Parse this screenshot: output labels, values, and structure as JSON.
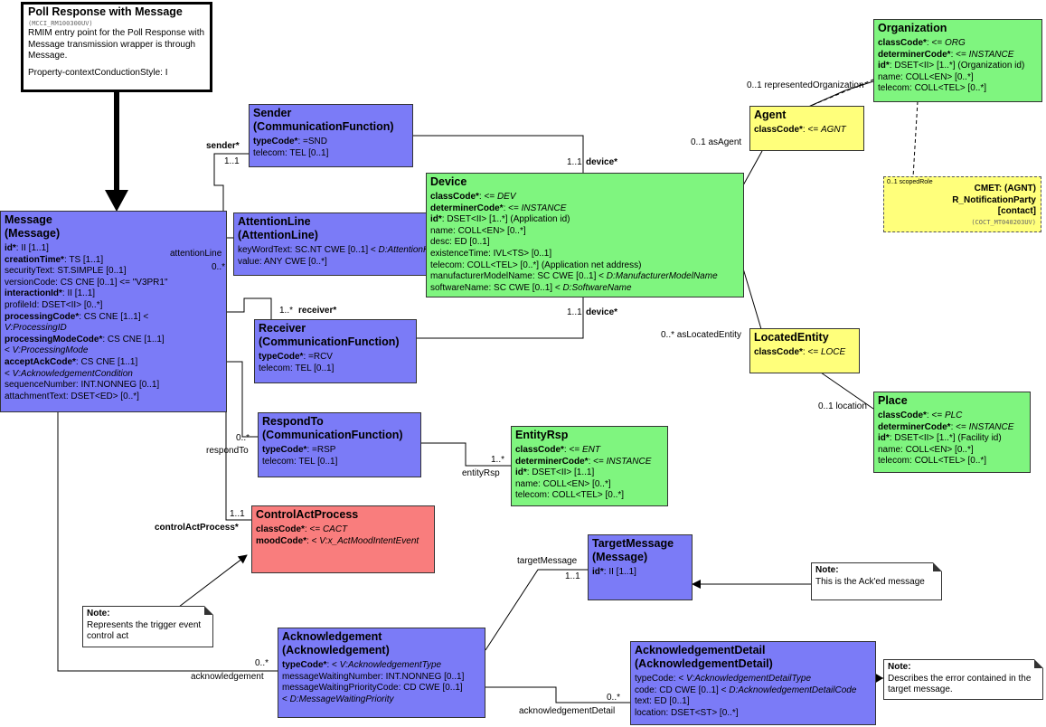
{
  "entry": {
    "title": "Poll Response with Message",
    "id": "(MCCI_RM100300UV)",
    "desc": "RMIM entry point for the Poll Response with Message transmission wrapper is through Message.",
    "style": "Property-contextConductionStyle: I"
  },
  "classes": {
    "message": {
      "title1": "Message",
      "title2": "(Message)",
      "attrs": [
        [
          [
            "b",
            "id*"
          ],
          [
            "t",
            ": II [1..1]"
          ]
        ],
        [
          [
            "b",
            "creationTime*"
          ],
          [
            "t",
            ": TS [1..1]"
          ]
        ],
        [
          [
            "t",
            "securityText: ST.SIMPLE [0..1]"
          ]
        ],
        [
          [
            "t",
            "versionCode: CS CNE [0..1] <= \"V3PR1\""
          ]
        ],
        [
          [
            "b",
            "interactionId*"
          ],
          [
            "t",
            ": II [1..1]"
          ]
        ],
        [
          [
            "t",
            "profileId: DSET<II> [0..*]"
          ]
        ],
        [
          [
            "b",
            "processingCode*"
          ],
          [
            "t",
            ": CS CNE [1..1] <"
          ]
        ],
        [
          [
            "i",
            "V:ProcessingID"
          ]
        ],
        [
          [
            "b",
            "processingModeCode*"
          ],
          [
            "t",
            ": CS CNE [1..1]"
          ]
        ],
        [
          [
            "t",
            "  < "
          ],
          [
            "i",
            "V:ProcessingMode"
          ]
        ],
        [
          [
            "b",
            "acceptAckCode*"
          ],
          [
            "t",
            ": CS CNE [1..1]"
          ]
        ],
        [
          [
            "t",
            "  < "
          ],
          [
            "i",
            "V:AcknowledgementCondition"
          ]
        ],
        [
          [
            "t",
            "sequenceNumber: INT.NONNEG [0..1]"
          ]
        ],
        [
          [
            "t",
            "attachmentText: DSET<ED> [0..*]"
          ]
        ]
      ]
    },
    "sender": {
      "title1": "Sender",
      "title2": "(CommunicationFunction)",
      "attrs": [
        [
          [
            "b",
            "typeCode*"
          ],
          [
            "t",
            ": =SND"
          ]
        ],
        [
          [
            "t",
            "telecom: TEL [0..1]"
          ]
        ]
      ]
    },
    "attentionLine": {
      "title1": "AttentionLine",
      "title2": "(AttentionLine)",
      "attrs": [
        [
          [
            "t",
            "keyWordText: SC.NT CWE [0..1] < "
          ],
          [
            "i",
            "D:AttentionKeyword"
          ]
        ],
        [
          [
            "t",
            "value: ANY CWE [0..*]"
          ]
        ]
      ]
    },
    "receiver": {
      "title1": "Receiver",
      "title2": "(CommunicationFunction)",
      "attrs": [
        [
          [
            "b",
            "typeCode*"
          ],
          [
            "t",
            ": =RCV"
          ]
        ],
        [
          [
            "t",
            "telecom: TEL [0..1]"
          ]
        ]
      ]
    },
    "respondTo": {
      "title1": "RespondTo",
      "title2": "(CommunicationFunction)",
      "attrs": [
        [
          [
            "b",
            "typeCode*"
          ],
          [
            "t",
            ": =RSP"
          ]
        ],
        [
          [
            "t",
            "telecom: TEL [0..1]"
          ]
        ]
      ]
    },
    "device": {
      "title1": "Device",
      "title2": "",
      "attrs": [
        [
          [
            "b",
            "classCode*"
          ],
          [
            "t",
            ": <= "
          ],
          [
            "i",
            "DEV"
          ]
        ],
        [
          [
            "b",
            "determinerCode*"
          ],
          [
            "t",
            ": <= "
          ],
          [
            "i",
            "INSTANCE"
          ]
        ],
        [
          [
            "b",
            "id*"
          ],
          [
            "t",
            ": DSET<II> [1..*] (Application id)"
          ]
        ],
        [
          [
            "t",
            "name: COLL<EN> [0..*]"
          ]
        ],
        [
          [
            "t",
            "desc: ED [0..1]"
          ]
        ],
        [
          [
            "t",
            "existenceTime: IVL<TS> [0..1]"
          ]
        ],
        [
          [
            "t",
            "telecom: COLL<TEL> [0..*] (Application net address)"
          ]
        ],
        [
          [
            "t",
            "manufacturerModelName: SC CWE [0..1] < "
          ],
          [
            "i",
            "D:ManufacturerModelName"
          ]
        ],
        [
          [
            "t",
            "softwareName: SC CWE [0..1] < "
          ],
          [
            "i",
            "D:SoftwareName"
          ]
        ]
      ]
    },
    "agent": {
      "title1": "Agent",
      "title2": "",
      "attrs": [
        [
          [
            "b",
            "classCode*"
          ],
          [
            "t",
            ": <= "
          ],
          [
            "i",
            "AGNT"
          ]
        ]
      ]
    },
    "organization": {
      "title1": "Organization",
      "title2": "",
      "attrs": [
        [
          [
            "b",
            "classCode*"
          ],
          [
            "t",
            ": <= "
          ],
          [
            "i",
            "ORG"
          ]
        ],
        [
          [
            "b",
            "determinerCode*"
          ],
          [
            "t",
            ": <= "
          ],
          [
            "i",
            "INSTANCE"
          ]
        ],
        [
          [
            "b",
            "id*"
          ],
          [
            "t",
            ": DSET<II> [1..*] (Organization id)"
          ]
        ],
        [
          [
            "t",
            "name: COLL<EN> [0..*]"
          ]
        ],
        [
          [
            "t",
            "telecom: COLL<TEL> [0..*]"
          ]
        ]
      ]
    },
    "locatedEntity": {
      "title1": "LocatedEntity",
      "title2": "",
      "attrs": [
        [
          [
            "b",
            "classCode*"
          ],
          [
            "t",
            ": <= "
          ],
          [
            "i",
            "LOCE"
          ]
        ]
      ]
    },
    "place": {
      "title1": "Place",
      "title2": "",
      "attrs": [
        [
          [
            "b",
            "classCode*"
          ],
          [
            "t",
            ": <= "
          ],
          [
            "i",
            "PLC"
          ]
        ],
        [
          [
            "b",
            "determinerCode*"
          ],
          [
            "t",
            ": <= "
          ],
          [
            "i",
            "INSTANCE"
          ]
        ],
        [
          [
            "b",
            "id*"
          ],
          [
            "t",
            ": DSET<II> [1..*] (Facility id)"
          ]
        ],
        [
          [
            "t",
            "name: COLL<EN> [0..*]"
          ]
        ],
        [
          [
            "t",
            "telecom: COLL<TEL> [0..*]"
          ]
        ]
      ]
    },
    "entityRsp": {
      "title1": "EntityRsp",
      "title2": "",
      "attrs": [
        [
          [
            "b",
            "classCode*"
          ],
          [
            "t",
            ": <= "
          ],
          [
            "i",
            "ENT"
          ]
        ],
        [
          [
            "b",
            "determinerCode*"
          ],
          [
            "t",
            ": <= "
          ],
          [
            "i",
            "INSTANCE"
          ]
        ],
        [
          [
            "b",
            "id*"
          ],
          [
            "t",
            ": DSET<II> [1..1]"
          ]
        ],
        [
          [
            "t",
            "name: COLL<EN> [0..*]"
          ]
        ],
        [
          [
            "t",
            "telecom: COLL<TEL> [0..*]"
          ]
        ]
      ]
    },
    "controlActProcess": {
      "title1": "ControlActProcess",
      "title2": "",
      "attrs": [
        [
          [
            "b",
            "classCode*"
          ],
          [
            "t",
            ": <= "
          ],
          [
            "i",
            "CACT"
          ]
        ],
        [
          [
            "b",
            "moodCode*"
          ],
          [
            "t",
            ": < "
          ],
          [
            "i",
            "V:x_ActMoodIntentEvent"
          ]
        ]
      ]
    },
    "targetMessage": {
      "title1": "TargetMessage",
      "title2": "(Message)",
      "attrs": [
        [
          [
            "b",
            "id*"
          ],
          [
            "t",
            ": II [1..1]"
          ]
        ]
      ]
    },
    "acknowledgement": {
      "title1": "Acknowledgement",
      "title2": "(Acknowledgement)",
      "attrs": [
        [
          [
            "b",
            "typeCode*"
          ],
          [
            "t",
            ": < "
          ],
          [
            "i",
            "V:AcknowledgementType"
          ]
        ],
        [
          [
            "t",
            "messageWaitingNumber: INT.NONNEG [0..1]"
          ]
        ],
        [
          [
            "t",
            "messageWaitingPriorityCode: CD CWE [0..1]"
          ]
        ],
        [
          [
            "t",
            "  < "
          ],
          [
            "i",
            "D:MessageWaitingPriority"
          ]
        ]
      ]
    },
    "acknowledgementDetail": {
      "title1": "AcknowledgementDetail",
      "title2": "(AcknowledgementDetail)",
      "attrs": [
        [
          [
            "t",
            "typeCode: < "
          ],
          [
            "i",
            "V:AcknowledgementDetailType"
          ]
        ],
        [
          [
            "t",
            "code: CD CWE [0..1] < "
          ],
          [
            "i",
            "D:AcknowledgementDetailCode"
          ]
        ],
        [
          [
            "t",
            "text: ED [0..1]"
          ]
        ],
        [
          [
            "t",
            "location: DSET<ST> [0..*]"
          ]
        ]
      ]
    }
  },
  "cmet": {
    "scoped_role": "0..1 scopedRole",
    "line1": "CMET: (AGNT)",
    "line2": "R_NotificationParty",
    "line3": "[contact]",
    "id": "(COCT_MT040203UV)"
  },
  "notes": {
    "trigger": {
      "title": "Note:",
      "text": "Represents the trigger event control act"
    },
    "acked": {
      "title": "Note:",
      "text": "This is the Ack'ed message"
    },
    "error": {
      "title": "Note:",
      "text": "Describes the error contained in the target message."
    }
  },
  "labels": {
    "sender_role": "sender*",
    "sender_mult": "1..1",
    "attention_role": "attentionLine",
    "attention_mult": "0..*",
    "receiver_role": "receiver*",
    "receiver_mult": "1..*",
    "device_mult_1": "1..1",
    "device_role_1": "device*",
    "device_mult_2": "1..1",
    "device_role_2": "device*",
    "respond_mult": "0..*",
    "respond_role": "respondTo",
    "entity_mult": "1..*",
    "entity_role": "entityRsp",
    "cap_mult": "1..1",
    "cap_role": "controlActProcess*",
    "target_role": "targetMessage",
    "target_mult": "1..1",
    "ack_mult": "0..*",
    "ack_role": "acknowledgement",
    "ackdet_mult": "0..*",
    "ackdet_role": "acknowledgementDetail",
    "rep_org": "0..1 representedOrganization",
    "as_agent": "0..1 asAgent",
    "as_located": "0..* asLocatedEntity",
    "location": "0..1 location"
  },
  "colors": {
    "blue": "#7b7bf7",
    "green": "#7ff57f",
    "yellow": "#ffff7b",
    "red": "#f97d7d"
  }
}
